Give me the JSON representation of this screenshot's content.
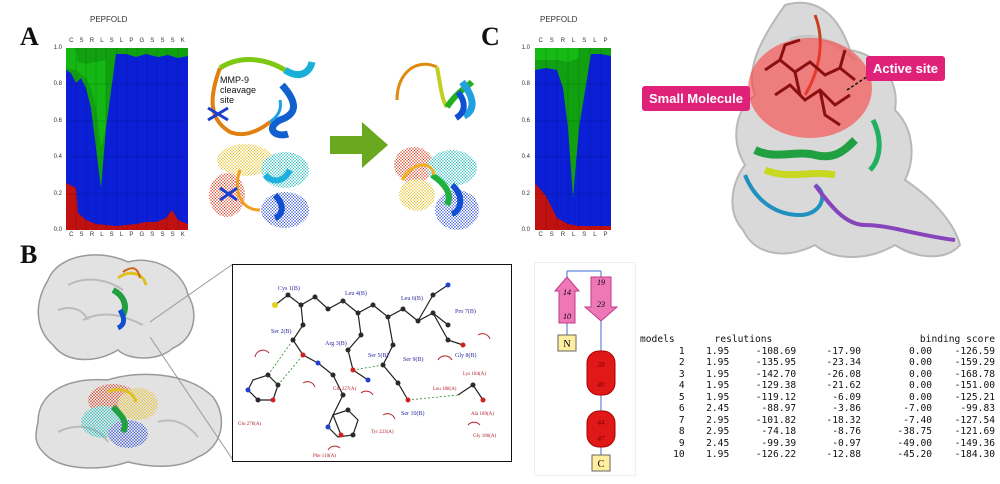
{
  "panels": {
    "a": "A",
    "b": "B",
    "c": "C"
  },
  "pepfold_a": {
    "title": "PEPFOLD",
    "sequence": [
      "C",
      "S",
      "R",
      "L",
      "S",
      "L",
      "P",
      "G",
      "S",
      "S",
      "S",
      "K"
    ],
    "yticks": [
      "1.0",
      "0.8",
      "0.6",
      "0.4",
      "0.2",
      "0.0"
    ],
    "series_colors": {
      "coil": "#0a1fd6",
      "helix": "#c01010",
      "strand": "#11a010"
    }
  },
  "pepfold_c": {
    "title": "PEPFOLD",
    "sequence": [
      "C",
      "S",
      "R",
      "L",
      "S",
      "L",
      "P"
    ],
    "yticks": [
      "1.0",
      "0.8",
      "0.6",
      "0.4",
      "0.2",
      "0.0"
    ]
  },
  "labels": {
    "mmp_line1": "MMP-9",
    "mmp_line2": "cleavage",
    "mmp_line3": "site",
    "small_molecule": "Small Molecule",
    "active_site": "Active site"
  },
  "interaction": {
    "residues": [
      "Cys 1(B)",
      "Leu 4(B)",
      "Leu 6(B)",
      "Pro 7(B)",
      "Ser 2(B)",
      "Arg 3(B)",
      "Ser 5(B)",
      "Ser 9(B)",
      "Gly 8(B)",
      "Ser 10(B)"
    ],
    "hydrophobic": [
      "Glu 276(A)",
      "Lys 184(A)",
      "Ala 189(A)",
      "Leu 188(A)",
      "Gln 227(A)",
      "Phe 110(A)",
      "Tyr 223(A)",
      "Gly 186(A)"
    ]
  },
  "topology": {
    "n": "N",
    "c": "C",
    "strand1": [
      "14",
      "10"
    ],
    "strand2": [
      "19",
      "23"
    ],
    "helix1": [
      "38",
      "40"
    ],
    "helix2": [
      "44",
      "47"
    ]
  },
  "scores": {
    "headers": {
      "models": "models",
      "reslutions": "reslutions",
      "binding": "binding score"
    },
    "rows": [
      [
        "1",
        "1.95",
        "-108.69",
        "-17.90",
        "0.00",
        "-126.59"
      ],
      [
        "2",
        "1.95",
        "-135.95",
        "-23.34",
        "0.00",
        "-159.29"
      ],
      [
        "3",
        "1.95",
        "-142.70",
        "-26.08",
        "0.00",
        "-168.78"
      ],
      [
        "4",
        "1.95",
        "-129.38",
        "-21.62",
        "0.00",
        "-151.00"
      ],
      [
        "5",
        "1.95",
        "-119.12",
        "-6.09",
        "0.00",
        "-125.21"
      ],
      [
        "6",
        "2.45",
        "-88.97",
        "-3.86",
        "-7.00",
        "-99.83"
      ],
      [
        "7",
        "2.95",
        "-101.82",
        "-18.32",
        "-7.40",
        "-127.54"
      ],
      [
        "8",
        "2.95",
        "-74.18",
        "-8.76",
        "-38.75",
        "-121.69"
      ],
      [
        "9",
        "2.45",
        "-99.39",
        "-0.97",
        "-49.00",
        "-149.36"
      ],
      [
        "10",
        "1.95",
        "-126.22",
        "-12.88",
        "-45.20",
        "-184.30"
      ]
    ]
  }
}
